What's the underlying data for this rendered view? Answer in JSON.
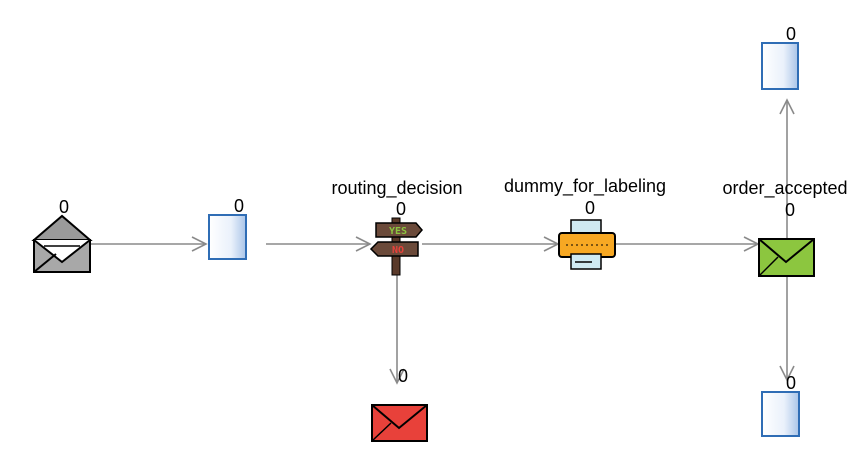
{
  "blocks": {
    "source": {
      "count": "0",
      "icon": "gray-envelope-icon"
    },
    "queue_main": {
      "count": "0",
      "icon": "queue-icon"
    },
    "routing_decision": {
      "label": "routing_decision",
      "count": "0",
      "icon": "yes-no-signpost-icon"
    },
    "dummy_for_labeling": {
      "label": "dummy_for_labeling",
      "count": "0",
      "icon": "printer-icon"
    },
    "order_accepted": {
      "label": "order_accepted",
      "count": "0",
      "icon": "green-envelope-icon"
    },
    "queue_top": {
      "count": "0",
      "icon": "queue-icon"
    },
    "queue_bottom": {
      "count": "0",
      "icon": "queue-icon"
    },
    "rejected_sink": {
      "count": "0",
      "icon": "red-envelope-icon"
    }
  },
  "signpost": {
    "yes": "YES",
    "no": "NO"
  },
  "colors": {
    "connector": "#8a8a8a",
    "queue_border": "#2f6db5",
    "green": "#8cc63f",
    "red": "#e8413a",
    "printer": "#f7a823"
  }
}
